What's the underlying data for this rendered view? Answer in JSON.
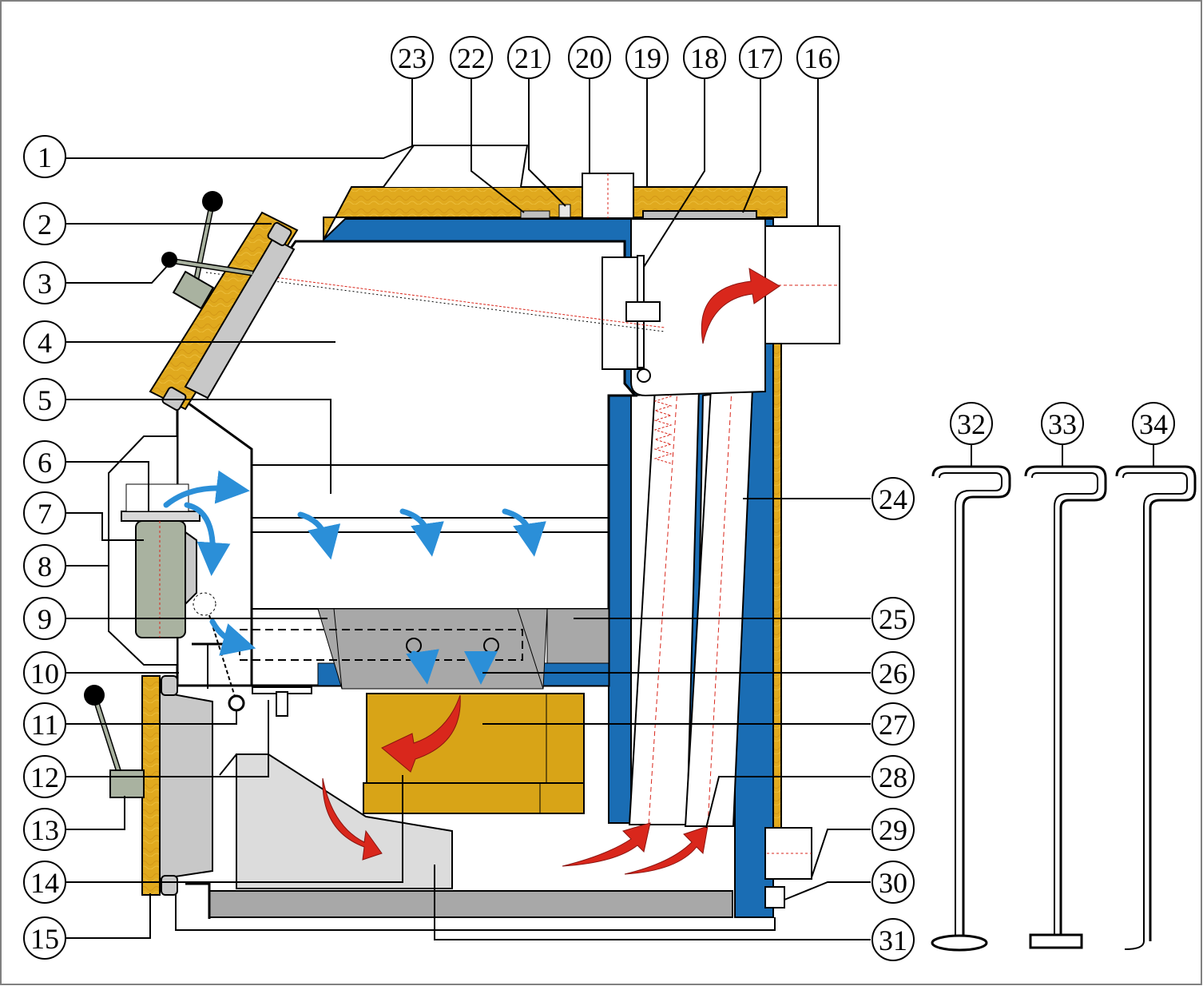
{
  "colors": {
    "insulation": "#e0a91e",
    "water_jacket": "#1a6db4",
    "steel_grey": "#bfbfbf",
    "door_grey": "#c8c8c8",
    "airflow_arrow": "#2b8fd8",
    "flue_arrow": "#d9271c",
    "brick_block": "#d8a417",
    "valve": "#a9b2a0",
    "outline": "#000000"
  },
  "callouts": {
    "c1": "1",
    "c2": "2",
    "c3": "3",
    "c4": "4",
    "c5": "5",
    "c6": "6",
    "c7": "7",
    "c8": "8",
    "c9": "9",
    "c10": "10",
    "c11": "11",
    "c12": "12",
    "c13": "13",
    "c14": "14",
    "c15": "15",
    "c16": "16",
    "c17": "17",
    "c18": "18",
    "c19": "19",
    "c20": "20",
    "c21": "21",
    "c22": "22",
    "c23": "23",
    "c24": "24",
    "c25": "25",
    "c26": "26",
    "c27": "27",
    "c28": "28",
    "c29": "29",
    "c30": "30",
    "c31": "31",
    "c32": "32",
    "c33": "33",
    "c34": "34"
  }
}
